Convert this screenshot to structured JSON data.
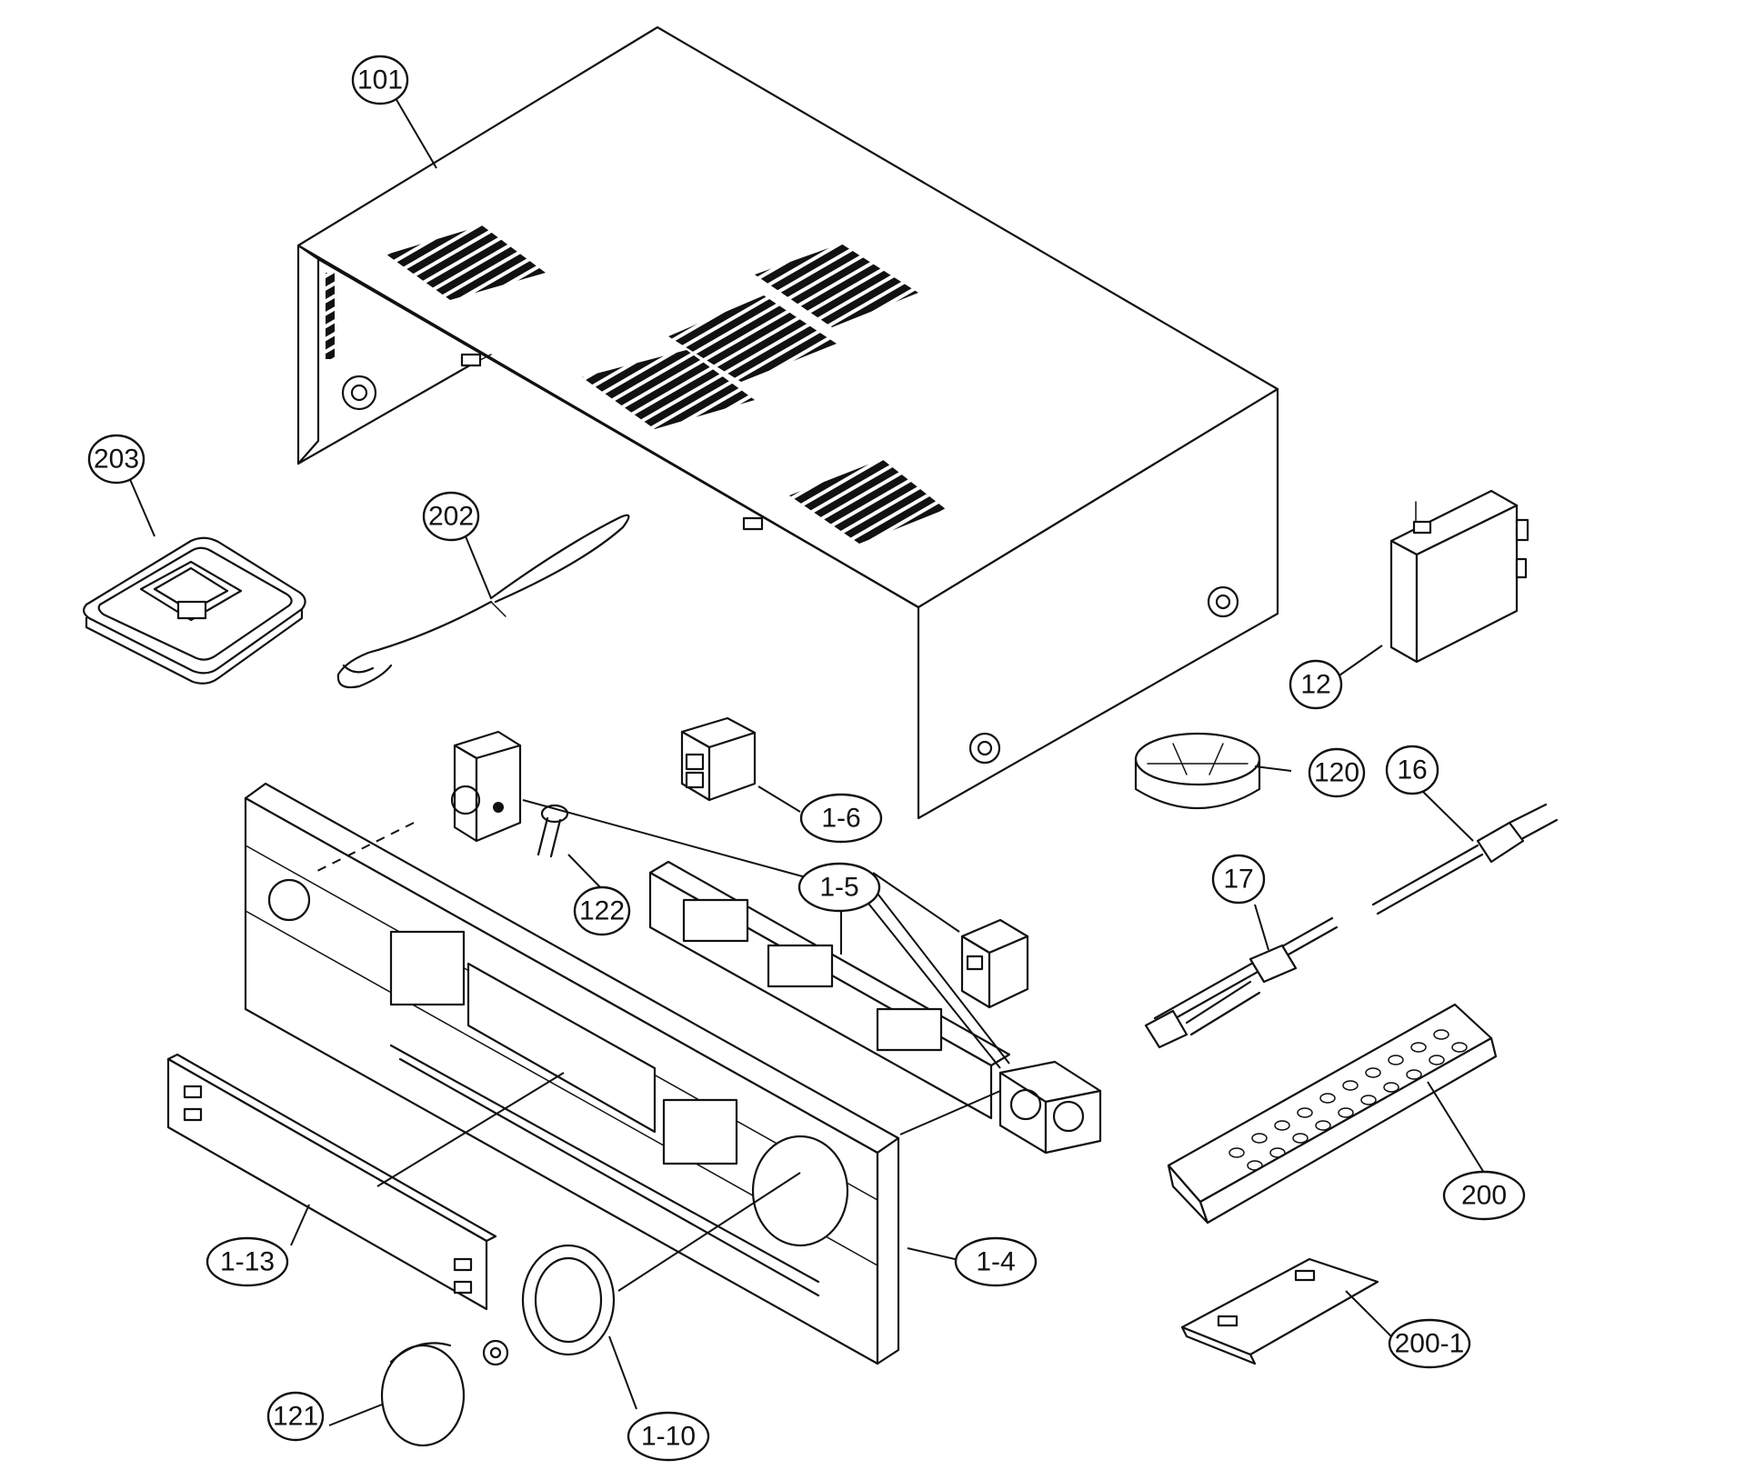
{
  "callouts": [
    {
      "label": "101"
    },
    {
      "label": "203"
    },
    {
      "label": "202"
    },
    {
      "label": "12"
    },
    {
      "label": "120"
    },
    {
      "label": "16"
    },
    {
      "label": "1-6"
    },
    {
      "label": "1-5"
    },
    {
      "label": "122"
    },
    {
      "label": "17"
    },
    {
      "label": "200"
    },
    {
      "label": "1-13"
    },
    {
      "label": "1-4"
    },
    {
      "label": "200-1"
    },
    {
      "label": "121"
    },
    {
      "label": "1-10"
    }
  ]
}
